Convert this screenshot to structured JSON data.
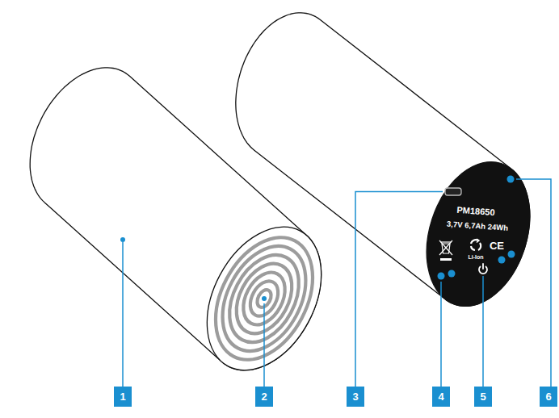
{
  "diagram": {
    "nodes": [
      {
        "text": [
          "1"
        ]
      },
      {
        "text": [
          "2"
        ]
      },
      {
        "text": [
          "3"
        ]
      },
      {
        "text": [
          "4"
        ]
      },
      {
        "text": [
          "5"
        ]
      },
      {
        "text": [
          "6"
        ]
      }
    ],
    "labels": [
      "PM18650",
      "3,7V 6,7Ah 24Wh",
      "CE",
      "Li-Ion"
    ]
  }
}
